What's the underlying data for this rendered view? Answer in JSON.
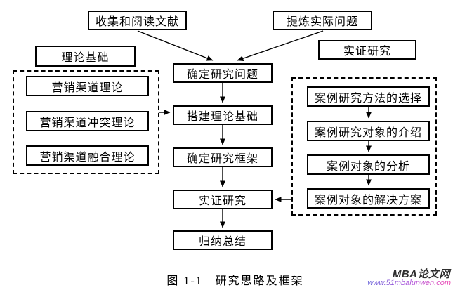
{
  "figure": {
    "caption": "图 1-1　研究思路及框架"
  },
  "watermark": {
    "brand": "MBA论文网",
    "url": "www.51mbalunwen.com"
  },
  "nodes": {
    "collect_literature": "收集和阅读文献",
    "refine_problem": "提炼实际问题",
    "theory_group_label": "理论基础",
    "empirical_group_label": "实证研究",
    "define_question": "确定研究问题",
    "build_theory_base": "搭建理论基础",
    "define_framework": "确定研究框架",
    "empirical_study": "实证研究",
    "summarize": "归纳总结",
    "theory_items": [
      "营销渠道理论",
      "营销渠道冲突理论",
      "营销渠道融合理论"
    ],
    "case_items": [
      "案例研究方法的选择",
      "案例研究对象的介绍",
      "案例对象的分析",
      "案例对象的解决方案"
    ]
  },
  "colors": {
    "background": "#ffffff",
    "box_border": "#000000",
    "arrow_line": "#000000",
    "watermark_brand": "#2e2e2e",
    "watermark_url_gradient": [
      "#6f6bdb",
      "#ef3fae"
    ]
  }
}
